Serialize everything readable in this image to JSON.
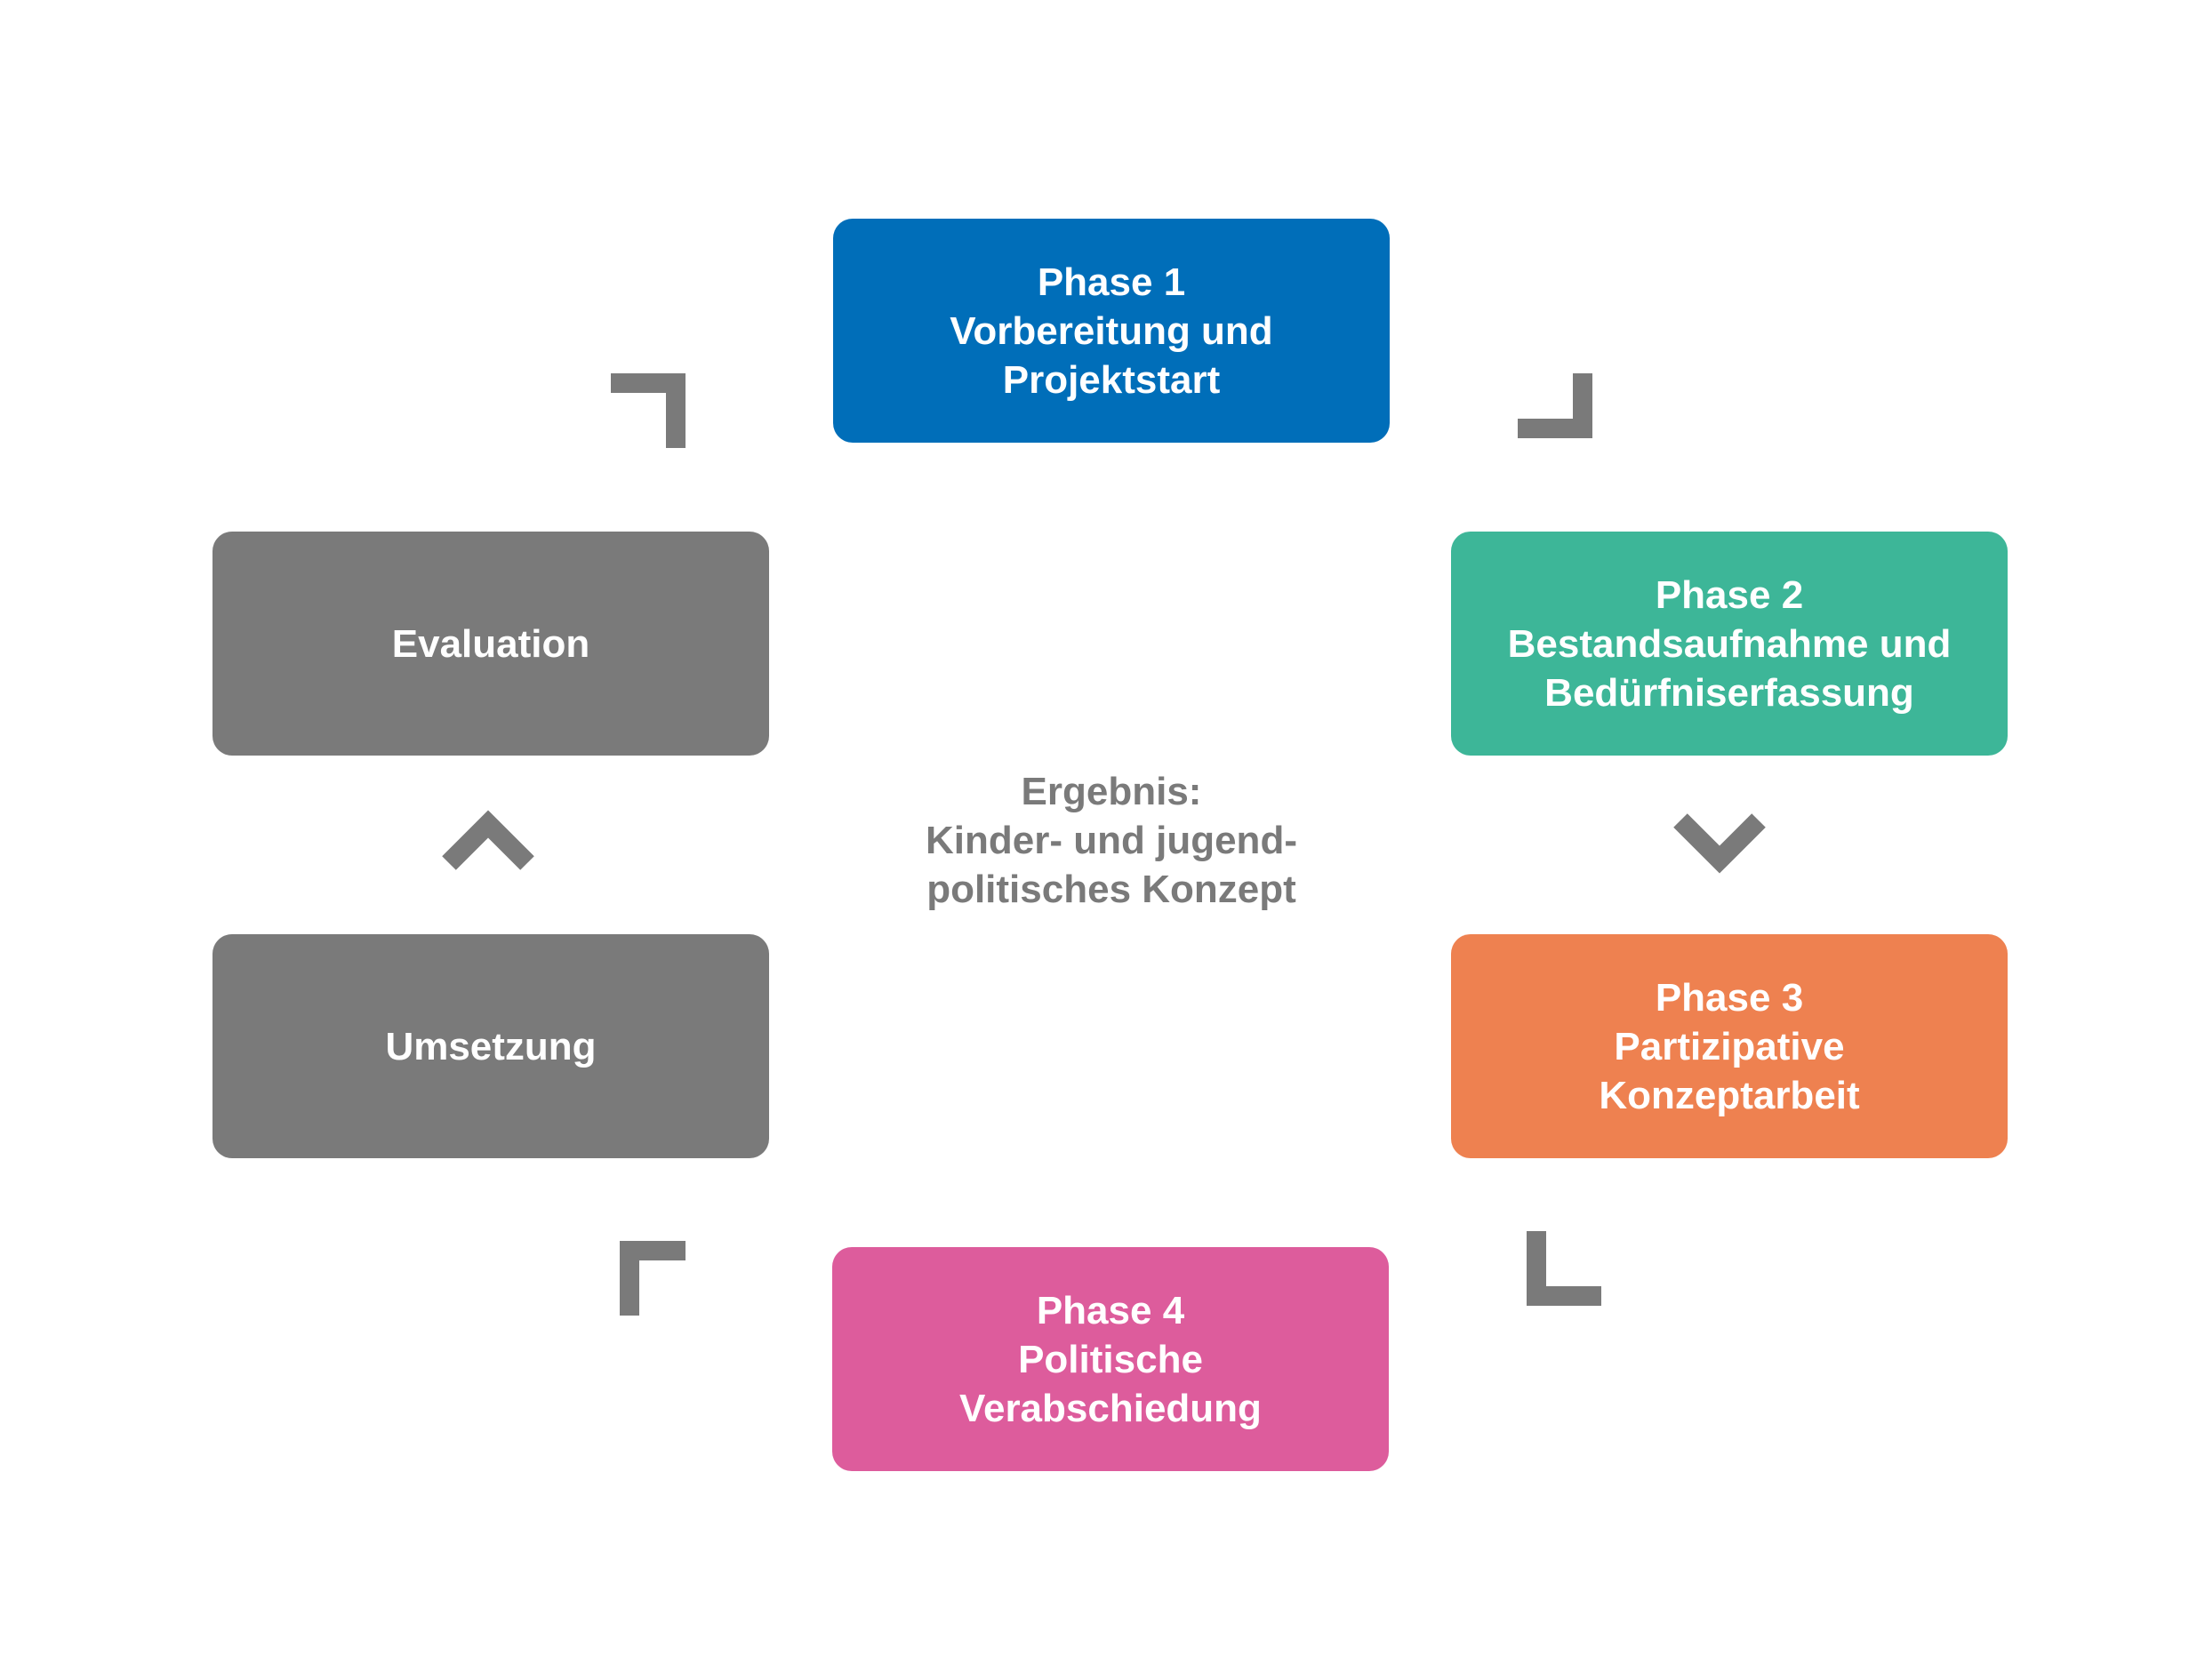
{
  "colors": {
    "phase1": "#006eb9",
    "phase2": "#3db698",
    "phase3": "#ee8150",
    "phase4": "#dd5c9c",
    "evaluation": "#7a7a7a",
    "umsetzung": "#7a7a7a",
    "arrow": "#7a7a7a",
    "center_text": "#7a7a7a"
  },
  "phases": {
    "phase1": {
      "lines": [
        "Phase 1",
        "Vorbereitung und",
        "Projektstart"
      ]
    },
    "phase2": {
      "lines": [
        "Phase 2",
        "Bestandsaufnahme und",
        "Bedürfniserfassung"
      ]
    },
    "phase3": {
      "lines": [
        "Phase 3",
        "Partizipative",
        "Konzeptarbeit"
      ]
    },
    "phase4": {
      "lines": [
        "Phase 4",
        "Politische",
        "Verabschiedung"
      ]
    },
    "evaluation": {
      "lines": [
        "Evaluation"
      ]
    },
    "umsetzung": {
      "lines": [
        "Umsetzung"
      ]
    }
  },
  "center": {
    "lines": [
      "Ergebnis:",
      "Kinder- und jugend-",
      "politisches Konzept"
    ]
  },
  "arrows": [
    {
      "name": "arrow-evaluation-to-phase1",
      "icon": "corner-arrow-icon"
    },
    {
      "name": "arrow-phase1-to-phase2",
      "icon": "corner-arrow-icon"
    },
    {
      "name": "arrow-phase2-to-phase3",
      "icon": "chevron-down-icon"
    },
    {
      "name": "arrow-phase3-to-phase4",
      "icon": "corner-arrow-icon"
    },
    {
      "name": "arrow-phase4-to-umsetzung",
      "icon": "corner-arrow-icon"
    },
    {
      "name": "arrow-umsetzung-to-evaluation",
      "icon": "chevron-up-icon"
    }
  ]
}
